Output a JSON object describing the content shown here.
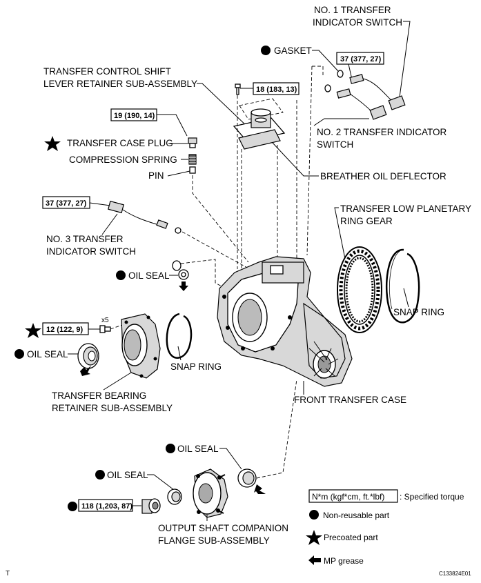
{
  "labels": {
    "no1_switch": [
      "NO. 1 TRANSFER",
      "INDICATOR SWITCH"
    ],
    "gasket": "GASKET",
    "torque_37_top": "37 (377, 27)",
    "lever_retainer": [
      "TRANSFER CONTROL SHIFT",
      "LEVER RETAINER SUB-ASSEMBLY"
    ],
    "torque_18": "18 (183, 13)",
    "torque_19": "19 (190, 14)",
    "case_plug": "TRANSFER CASE PLUG",
    "compression_spring": "COMPRESSION SPRING",
    "pin": "PIN",
    "no2_switch": [
      "NO. 2 TRANSFER INDICATOR",
      "SWITCH"
    ],
    "breather": "BREATHER OIL DEFLECTOR",
    "torque_37_left": "37 (377, 27)",
    "no3_switch": [
      "NO. 3 TRANSFER",
      "INDICATOR SWITCH"
    ],
    "ring_gear": [
      "TRANSFER LOW PLANETARY",
      "RING GEAR"
    ],
    "oil_seal_upper": "OIL SEAL",
    "snap_ring_right": "SNAP RING",
    "x5": "x5",
    "torque_12": "12 (122, 9)",
    "oil_seal_left": "OIL SEAL",
    "snap_ring_mid": "SNAP RING",
    "bearing_retainer": [
      "TRANSFER BEARING",
      "RETAINER SUB-ASSEMBLY"
    ],
    "front_case": "FRONT TRANSFER CASE",
    "oil_seal_lower_right": "OIL SEAL",
    "oil_seal_lower_left": "OIL SEAL",
    "torque_118": "118 (1,203, 87)",
    "companion_flange": [
      "OUTPUT SHAFT COMPANION",
      "FLANGE SUB-ASSEMBLY"
    ]
  },
  "legend": {
    "torque_box": "N*m (kgf*cm, ft.*lbf)",
    "torque_desc": ": Specified torque",
    "non_reusable": "Non-reusable part",
    "precoated": "Precoated part",
    "mp_grease": "MP grease"
  },
  "footer": {
    "corner_mark": "T",
    "figure_id": "C133824E01"
  }
}
